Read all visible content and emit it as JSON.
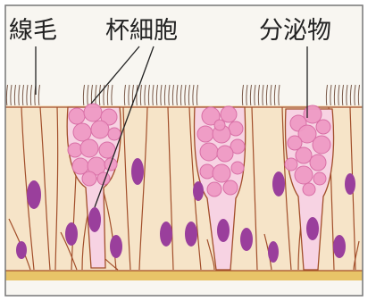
{
  "labels": {
    "cilia": "線毛",
    "goblet_cell": "杯細胞",
    "secretion": "分泌物"
  },
  "colors": {
    "panel_border": "#777777",
    "background": "#f8f6f1",
    "cell_fill": "#f6e4c8",
    "cell_line": "#a24e2a",
    "nucleus": "#9a3f9c",
    "goblet_fill": "#f7d3e3",
    "granule": "#ee9ac4",
    "granule_stroke": "#d86fa6",
    "basement": "#e8c468",
    "leader": "#222222",
    "cilia": "#7a5a4a"
  }
}
